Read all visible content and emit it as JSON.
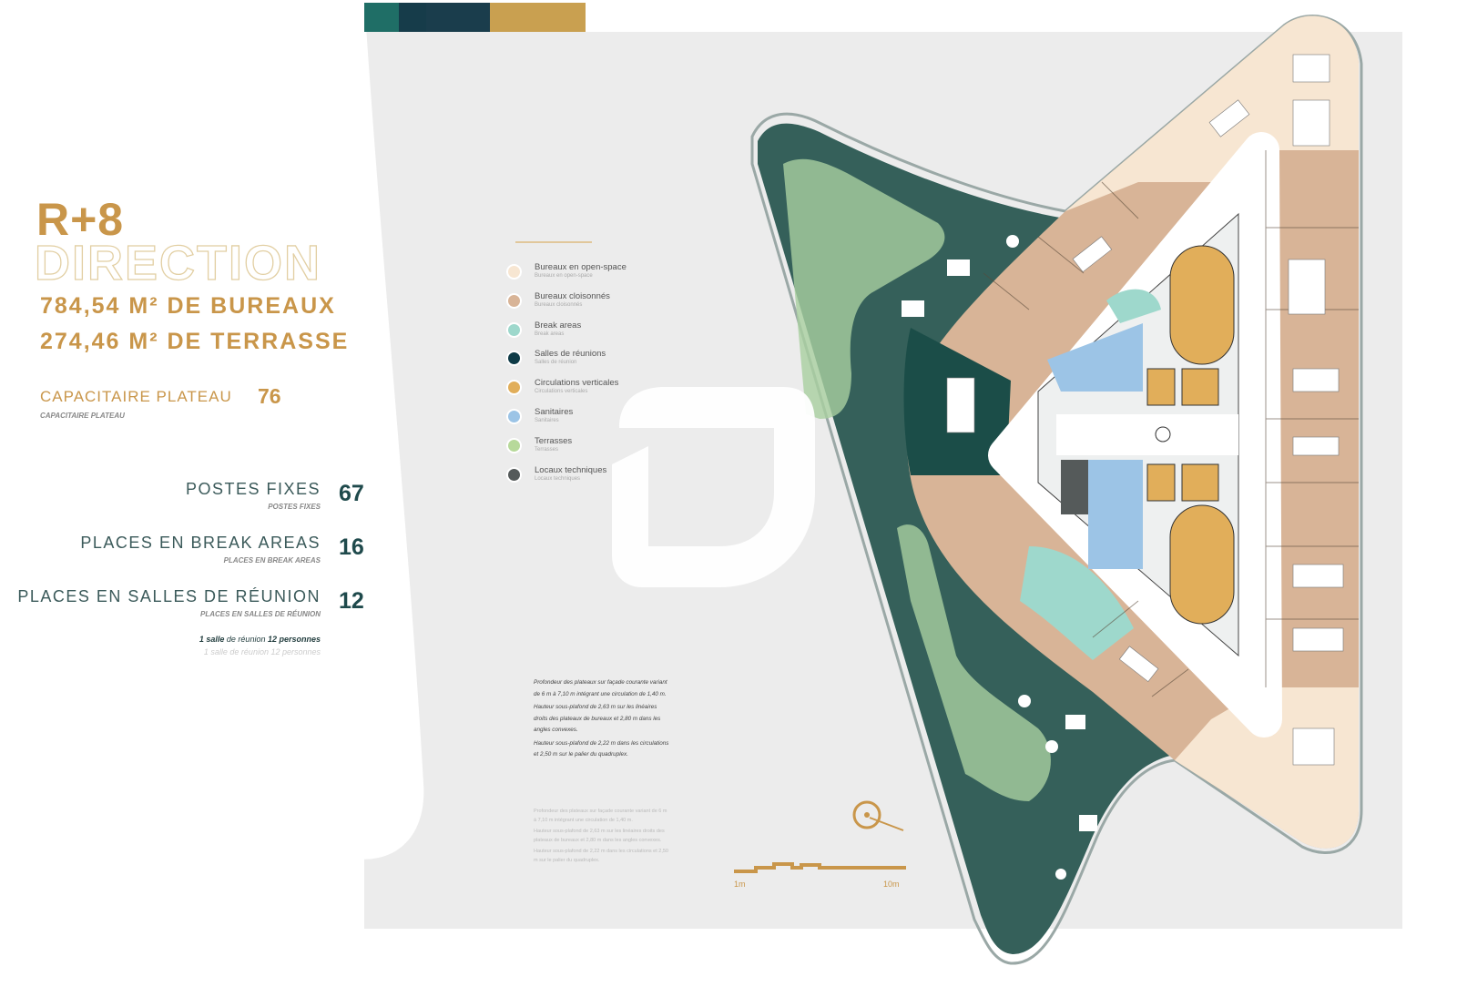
{
  "header": {
    "level": "R+8",
    "title": "DIRECTION",
    "office_area": "784,54 M² DE BUREAUX",
    "terrace_area": "274,46 M² DE TERRASSE"
  },
  "capacity": {
    "label": "CAPACITAIRE PLATEAU",
    "value": "76",
    "sublabel": "CAPACITAIRE PLATEAU"
  },
  "stats": [
    {
      "label": "POSTES FIXES",
      "sublabel": "POSTES FIXES",
      "value": "67"
    },
    {
      "label": "PLACES EN BREAK AREAS",
      "sublabel": "PLACES EN BREAK AREAS",
      "value": "16"
    },
    {
      "label": "PLACES EN SALLES DE RÉUNION",
      "sublabel": "PLACES EN SALLES DE RÉUNION",
      "value": "12"
    }
  ],
  "meeting_note": {
    "prefix": "1 salle",
    "middle": " de réunion ",
    "suffix": "12 personnes",
    "ghost": "1 salle de réunion 12 personnes"
  },
  "legend": [
    {
      "label": "Bureaux en open-space",
      "sublabel": "Bureaux en open-space",
      "color": "#f7e6d2"
    },
    {
      "label": "Bureaux cloisonnés",
      "sublabel": "Bureaux cloisonnés",
      "color": "#d8b497"
    },
    {
      "label": "Break areas",
      "sublabel": "Break areas",
      "color": "#9ed8cc"
    },
    {
      "label": "Salles de réunions",
      "sublabel": "Salles de réunion",
      "color": "#0f3b47"
    },
    {
      "label": "Circulations verticales",
      "sublabel": "Circulations verticales",
      "color": "#e1ae5a"
    },
    {
      "label": "Sanitaires",
      "sublabel": "Sanitaires",
      "color": "#9cc4e6"
    },
    {
      "label": "Terrasses",
      "sublabel": "Terrasses",
      "color": "#b7d99a"
    },
    {
      "label": "Locaux techniques",
      "sublabel": "Locaux techniques",
      "color": "#555a5a"
    }
  ],
  "notes": [
    "Profondeur des plateaux sur façade courante variant de 6 m à 7,10 m intégrant une circulation de 1,40 m.",
    "Hauteur sous-plafond de 2,63 m sur les linéaires droits des plateaux de bureaux et 2,80 m dans les angles convexes.",
    "Hauteur sous-plafond de 2,22 m dans les circulations et 2,50 m sur le palier du quadruplex."
  ],
  "notes_ghost": [
    "Profondeur des plateaux sur façade courante variant de 6 m à 7,10 m intégrant une circulation de 1,40 m.",
    "Hauteur sous-plafond de 2,63 m sur les linéaires droits des plateaux de bureaux et 2,80 m dans les angles convexes.",
    "Hauteur sous-plafond de 2,22 m dans les circulations et 2,50 m sur le palier du quadruplex."
  ],
  "scale": {
    "min_label": "1m",
    "max_label": "10m"
  },
  "colors": {
    "gold": "#c9964a",
    "teal": "#1f4a4c",
    "terrace": "#35605a",
    "background": "#ececec"
  }
}
